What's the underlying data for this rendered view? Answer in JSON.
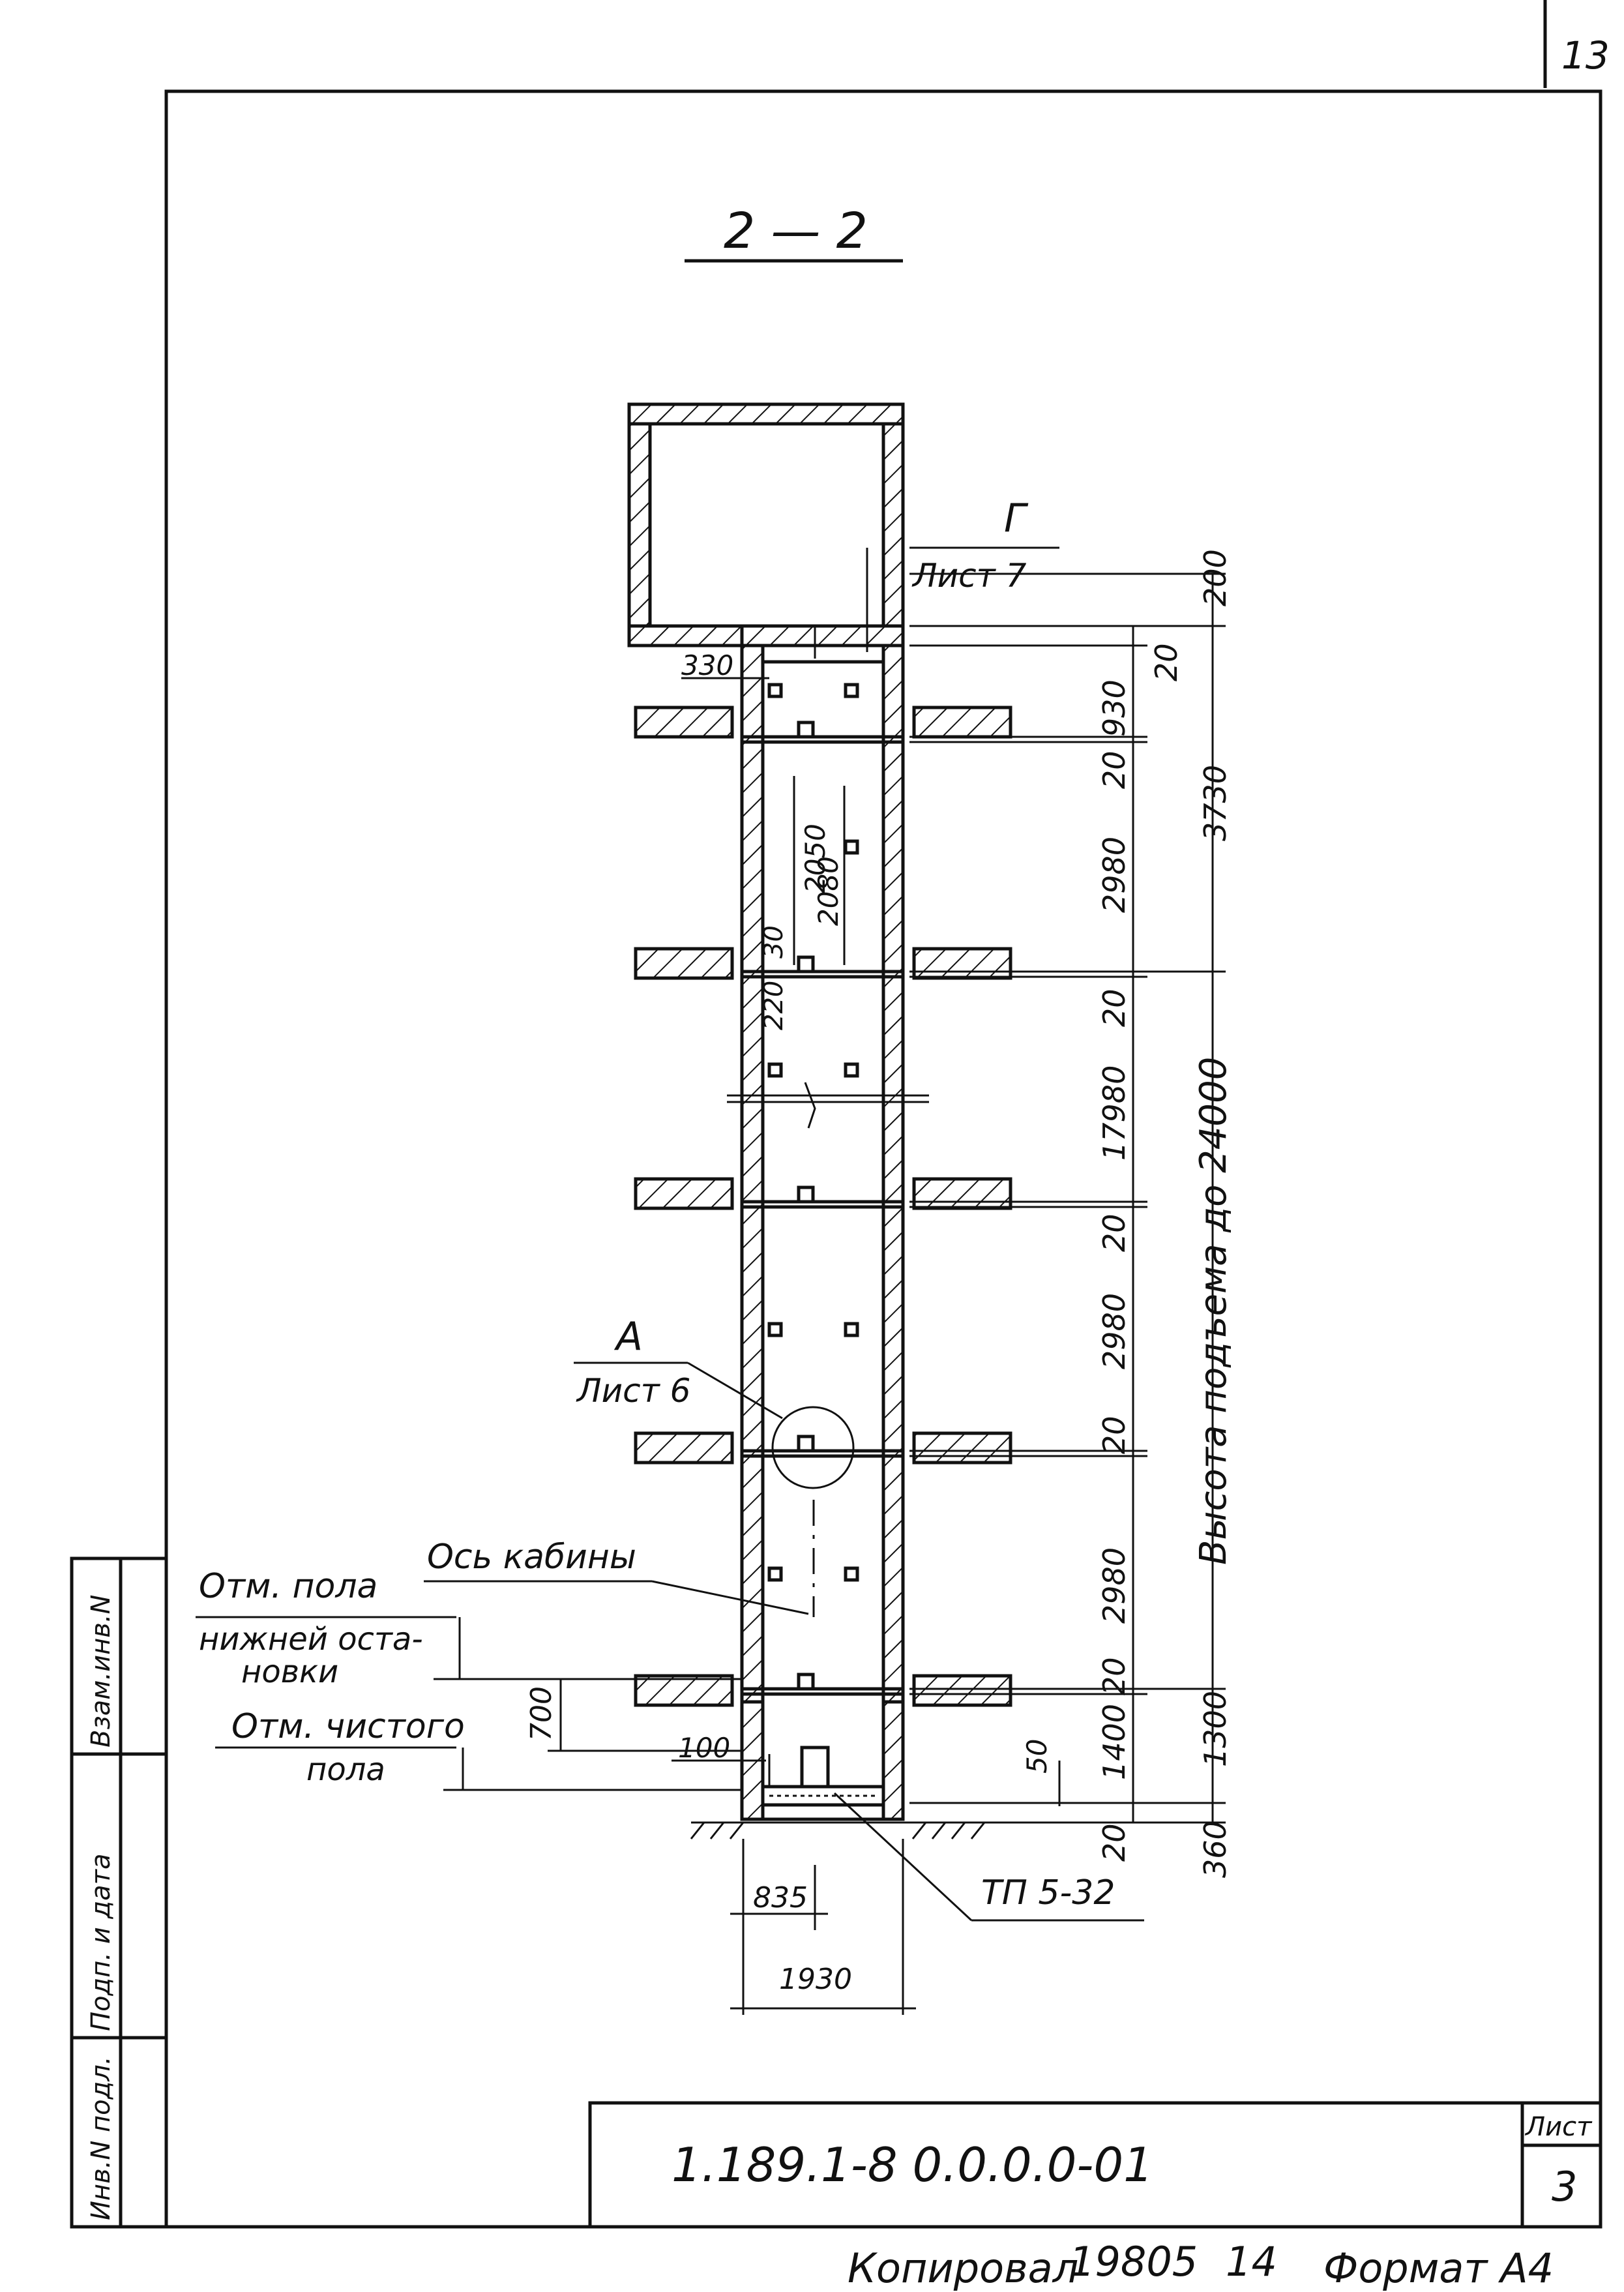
{
  "sheet": {
    "page_number": "13",
    "section_title": "2 — 2",
    "document_code": "1.189.1-8  0.0.0.0-01",
    "sheet_label": "Лист",
    "sheet_number": "3",
    "footer": {
      "copied_label": "Копировал",
      "copy_number": "19805",
      "copy_count": "14",
      "format_label": "Формат А4"
    },
    "stamp_columns": [
      "Инв.N подл.",
      "Подп. и дата",
      "Взам.инв.N"
    ]
  },
  "callouts": {
    "g_letter": "Г",
    "g_sheet": "Лист 7",
    "a_letter": "А",
    "a_sheet": "Лист 6",
    "cabin_axis": "Ось кабины",
    "floor_mark_line1": "Отм. пола",
    "floor_mark_line2": "нижней оста-",
    "floor_mark_line3": "новки",
    "clean_floor_line1": "Отм. чистого",
    "clean_floor_line2": "пола",
    "tp_label": "ТП 5-32",
    "lift_height": "Высота подъема до 24000"
  },
  "dimensions": {
    "d200": "200",
    "d20_top": "20",
    "d930": "930",
    "d20_a": "20",
    "d3730": "3730",
    "d2980_a": "2980",
    "d20_b": "20",
    "d17980": "17980",
    "d20_c": "20",
    "d2980_b": "2980",
    "d20_d": "20",
    "d2980_c": "2980",
    "d20_e": "20",
    "d1400": "1400",
    "d1300": "1300",
    "d20_f": "20",
    "d360": "360",
    "d330": "330",
    "d2050": "2050",
    "d2080": "2080",
    "d30": "30",
    "d220": "220",
    "d700": "700",
    "d100": "100",
    "d50": "50",
    "d835": "835",
    "d1930": "1930"
  }
}
